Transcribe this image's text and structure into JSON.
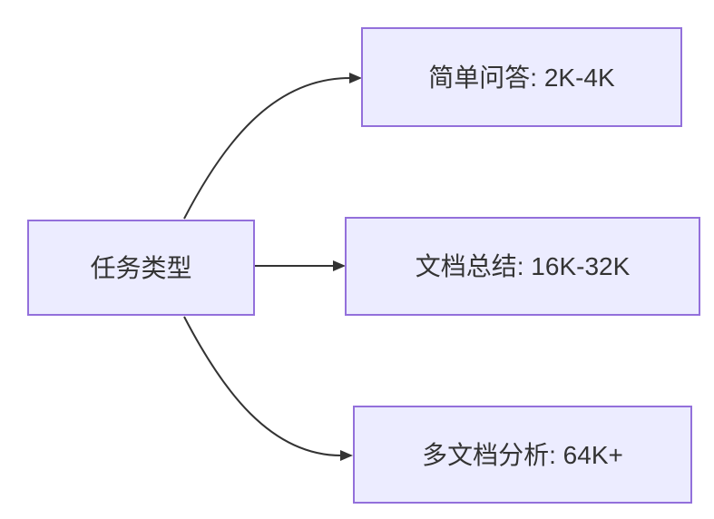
{
  "colors": {
    "background": "#FFFFFF",
    "node_fill": "#ECECFF",
    "node_border": "#9370DB",
    "node_text": "#333333",
    "edge": "#333333"
  },
  "diagram": {
    "type": "flowchart",
    "direction": "left-to-right",
    "root": {
      "label": "任务类型"
    },
    "branches": [
      {
        "label": "简单问答: 2K-4K"
      },
      {
        "label": "文档总结: 16K-32K"
      },
      {
        "label": "多文档分析: 64K+"
      }
    ],
    "edges": [
      {
        "from": "任务类型",
        "to": "简单问答: 2K-4K"
      },
      {
        "from": "任务类型",
        "to": "文档总结: 16K-32K"
      },
      {
        "from": "任务类型",
        "to": "多文档分析: 64K+"
      }
    ]
  }
}
